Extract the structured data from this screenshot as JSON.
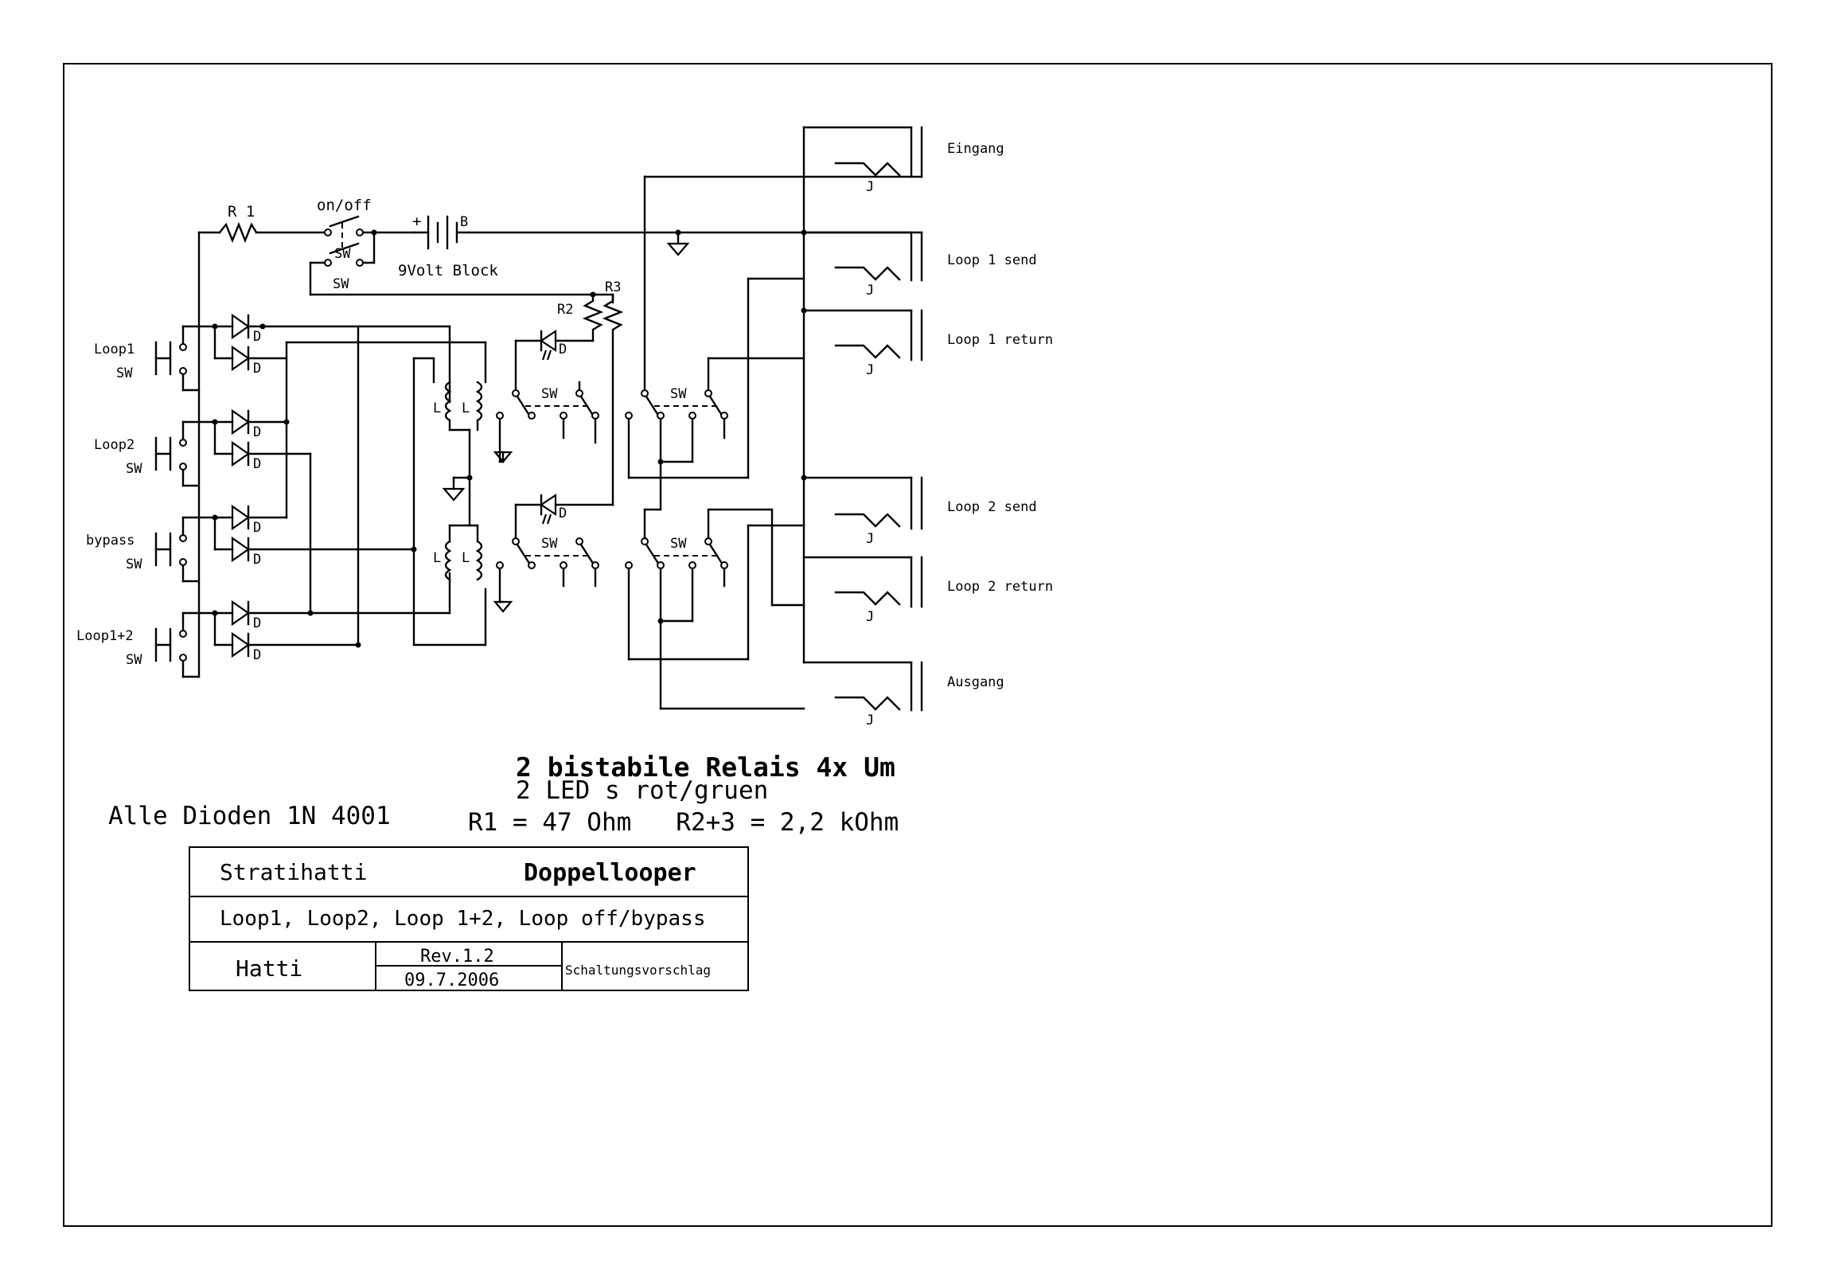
{
  "inputs": [
    {
      "label": "Loop1",
      "sw": "SW"
    },
    {
      "label": "Loop2",
      "sw": "SW"
    },
    {
      "label": "bypass",
      "sw": "SW"
    },
    {
      "label": "Loop1+2",
      "sw": "SW"
    }
  ],
  "components": {
    "r1": "R 1",
    "power_switch": "on/off",
    "sw": "SW",
    "battery_plus": "+",
    "battery_tag": "B",
    "battery_label": "9Volt Block",
    "r2": "R2",
    "r3": "R3",
    "diode": "D",
    "coil": "L",
    "jack": "J"
  },
  "jacks": [
    {
      "label": "Eingang"
    },
    {
      "label": "Loop 1 send"
    },
    {
      "label": "Loop 1 return"
    },
    {
      "label": "Loop 2 send"
    },
    {
      "label": "Loop 2 return"
    },
    {
      "label": "Ausgang"
    }
  ],
  "notes": {
    "relays": "2 bistabile Relais 4x Um",
    "leds": "2 LED s rot/gruen",
    "resistors": "R1 = 47 Ohm   R2+3 = 2,2 kOhm",
    "diodes": "Alle Dioden 1N 4001"
  },
  "title_block": {
    "author_nick": "Stratihatti",
    "project": "Doppellooper",
    "description": "Loop1, Loop2, Loop 1+2, Loop off/bypass",
    "author": "Hatti",
    "revision": "Rev.1.2",
    "date": "09.7.2006",
    "doc_type": "Schaltungsvorschlag"
  }
}
